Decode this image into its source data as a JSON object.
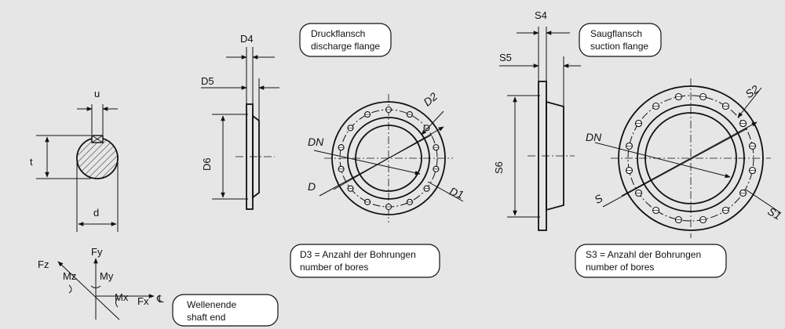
{
  "shaft_end": {
    "label_t": "t",
    "label_u": "u",
    "label_d": "d"
  },
  "forces": {
    "fz": "Fz",
    "fy": "Fy",
    "fx": "Fx",
    "mz": "Mz",
    "my": "My",
    "mx": "Mx",
    "centerline": "℄"
  },
  "wellenende_box": {
    "line1": "Wellenende",
    "line2": "shaft end"
  },
  "discharge_flange": {
    "box_line1": "Druckflansch",
    "box_line2": "discharge flange",
    "label_d4": "D4",
    "label_d5": "D5",
    "label_d6": "D6",
    "label_dn": "DN",
    "label_d": "D",
    "label_d1": "D1",
    "label_d2": "D2",
    "bores_line1": "D3 = Anzahl der Bohrungen",
    "bores_line2": "number of bores"
  },
  "suction_flange": {
    "box_line1": "Saugflansch",
    "box_line2": "suction flange",
    "label_s4": "S4",
    "label_s5": "S5",
    "label_s6": "S6",
    "label_dn": "DN",
    "label_s": "S",
    "label_s1": "S1",
    "label_s2": "S2",
    "bores_line1": "S3 = Anzahl der Bohrungen",
    "bores_line2": "number of bores"
  }
}
